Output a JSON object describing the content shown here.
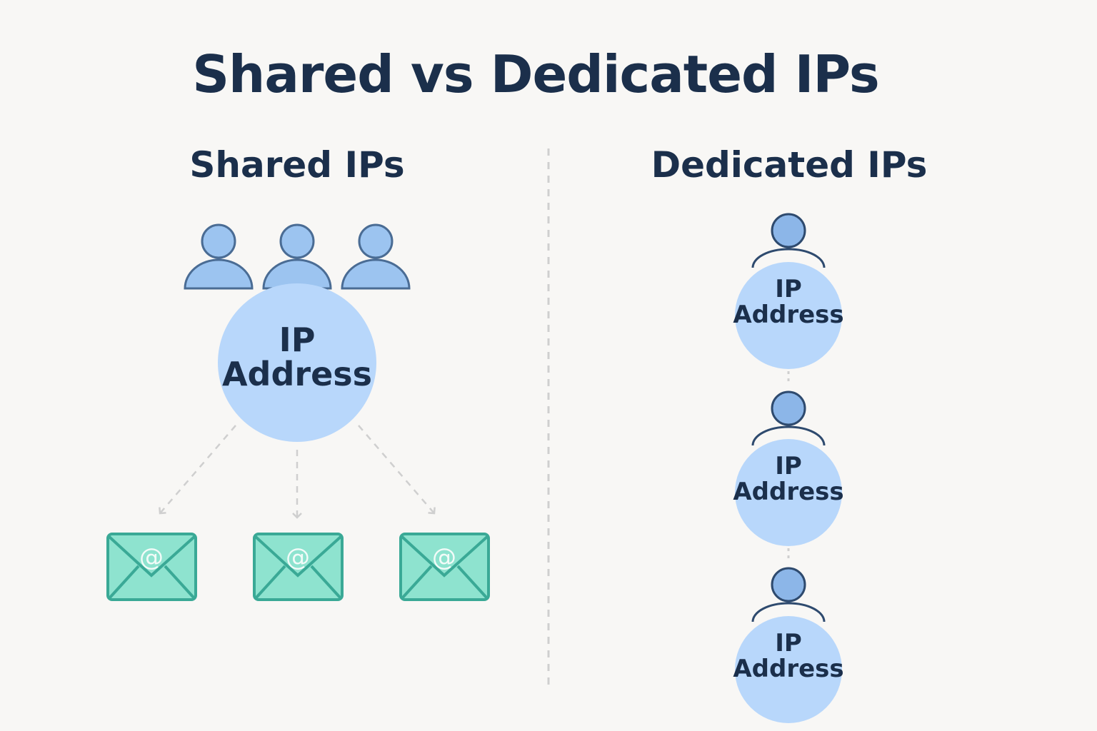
{
  "title": "Shared vs Dedicated IPs",
  "shared": {
    "heading": "Shared IPs",
    "ip_line1": "IP",
    "ip_line2": "Address",
    "email_symbol": "@"
  },
  "dedicated": {
    "heading": "Dedicated IPs",
    "nodes": [
      {
        "line1": "IP",
        "line2": "Address"
      },
      {
        "line1": "IP",
        "line2": "Address"
      },
      {
        "line1": "IP",
        "line2": "Address"
      }
    ]
  },
  "colors": {
    "background": "#f8f7f5",
    "text": "#1b2f4b",
    "person_fill": "#9cc4f0",
    "person_stroke": "#4a6c94",
    "ip_circle": "#b8d7fb",
    "envelope_fill": "#8ee3cf",
    "envelope_stroke": "#3aa996",
    "dashed": "#cfcfcf"
  }
}
